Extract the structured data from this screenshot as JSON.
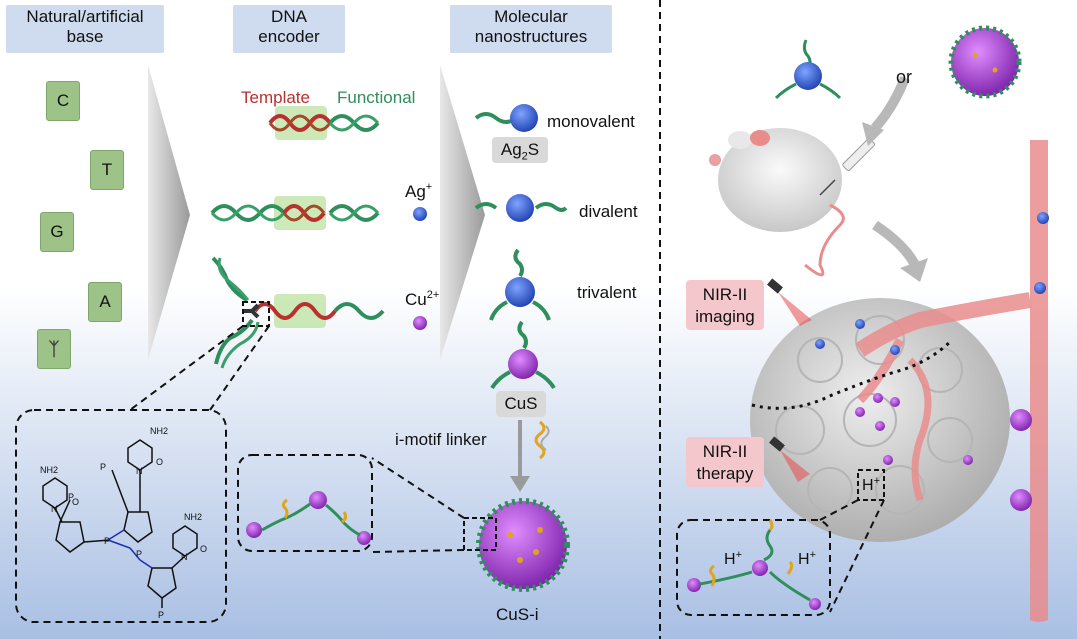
{
  "headers": {
    "base_line1": "Natural/artificial",
    "base_line2": "base",
    "encoder_line1": "DNA",
    "encoder_line2": "encoder",
    "nano_line1": "Molecular",
    "nano_line2": "nanostructures"
  },
  "bases": [
    "C",
    "T",
    "G",
    "A"
  ],
  "strand_labels": {
    "template": "Template",
    "functional": "Functional"
  },
  "ions": {
    "ag": "Ag",
    "ag_sup": "+",
    "cu": "Cu",
    "cu_sup": "2+"
  },
  "valency": {
    "mono": "monovalent",
    "di": "divalent",
    "tri": "trivalent"
  },
  "materials": {
    "ag2s_main": "Ag",
    "ag2s_sub": "2",
    "ag2s_end": "S",
    "cus": "CuS",
    "cus_i": "CuS-i",
    "linker": "i-motif linker"
  },
  "right_panel": {
    "or": "or",
    "imaging_line1": "NIR-II",
    "imaging_line2": "imaging",
    "therapy_line1": "NIR-II",
    "therapy_line2": "therapy",
    "proton": "H",
    "proton_sup": "+"
  },
  "chem": {
    "nh2": "NH2",
    "o": "O",
    "p": "P",
    "n": "N"
  },
  "colors": {
    "header_bg": "#cfdcef",
    "template": "#b8312f",
    "functional": "#2f8f5c",
    "ag_particle": "#2f5fd0",
    "cu_particle": "#9b3fc7",
    "vessel": "#e98c8c",
    "pink_label": "#f4c7cc",
    "tumor": "#c9c9c9"
  }
}
